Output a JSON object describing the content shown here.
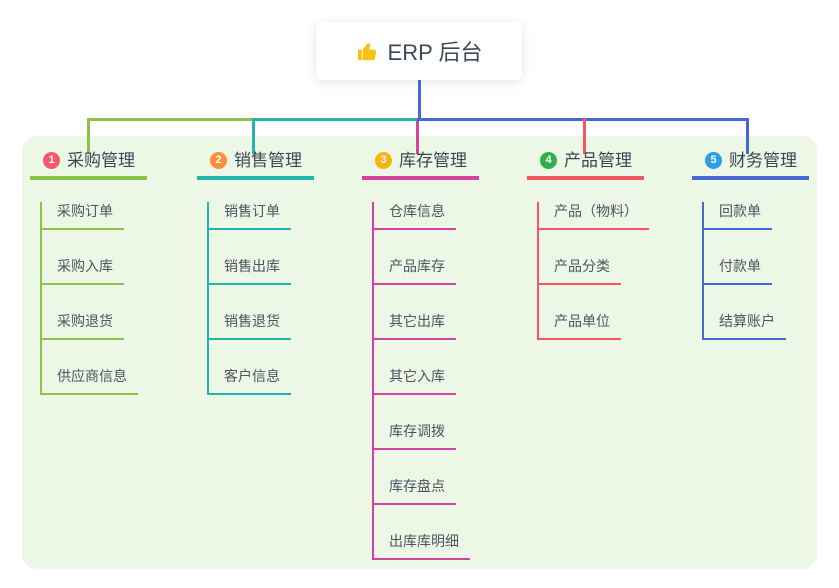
{
  "root": {
    "title": "ERP 后台",
    "icon": "thumbs-up-icon",
    "icon_color": "#f9c116"
  },
  "panel_color": "#ecf7e5",
  "branches": [
    {
      "num": "1",
      "label": "采购管理",
      "badge_color": "#f5586b",
      "line_color": "#8bc34a",
      "children": [
        "采购订单",
        "采购入库",
        "采购退货",
        "供应商信息"
      ]
    },
    {
      "num": "2",
      "label": "销售管理",
      "badge_color": "#fa8e3c",
      "line_color": "#22b5ac",
      "children": [
        "销售订单",
        "销售出库",
        "销售退货",
        "客户信息"
      ]
    },
    {
      "num": "3",
      "label": "库存管理",
      "badge_color": "#fcb115",
      "line_color": "#d6439f",
      "children": [
        "仓库信息",
        "产品库存",
        "其它出库",
        "其它入库",
        "库存调拨",
        "库存盘点",
        "出库库明细"
      ]
    },
    {
      "num": "4",
      "label": "产品管理",
      "badge_color": "#2fae4e",
      "line_color": "#f6565f",
      "children": [
        "产品（物料）",
        "产品分类",
        "产品单位"
      ]
    },
    {
      "num": "5",
      "label": "财务管理",
      "badge_color": "#2b9fe6",
      "line_color": "#4767d4",
      "children": [
        "回款单",
        "付款单",
        "结算账户"
      ]
    }
  ]
}
